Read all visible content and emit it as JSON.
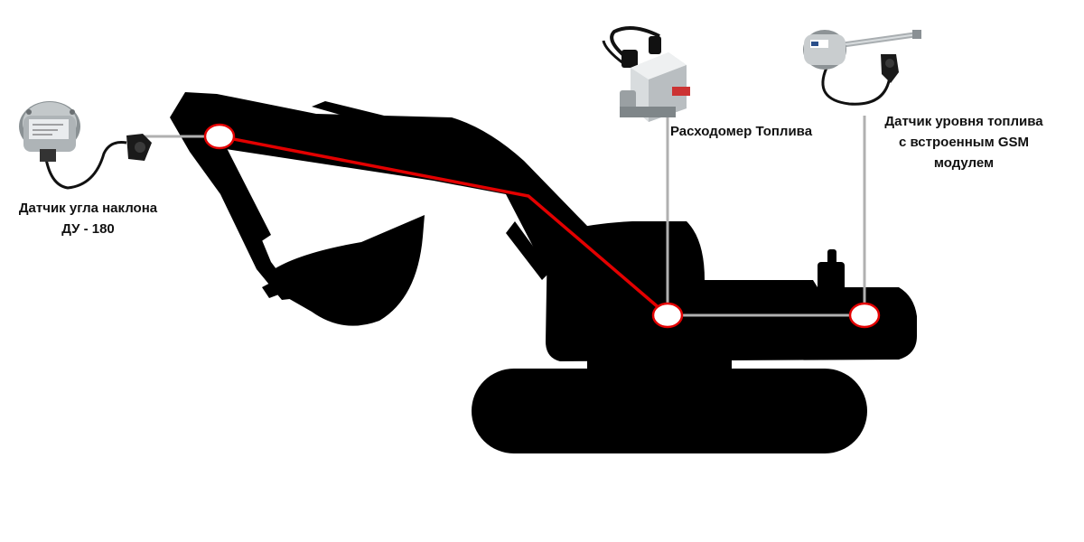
{
  "sensors": {
    "tilt": {
      "line1": "Датчик угла наклона",
      "line2": "ДУ - 180"
    },
    "flow": {
      "line1": "Расходомер Топлива"
    },
    "level": {
      "line1": "Датчик уровня топлива",
      "line2": "с встроенным GSM",
      "line3": "модулем"
    }
  },
  "colors": {
    "silhouette": "#000000",
    "cable": "#e30000",
    "connector": "#b0b0b0",
    "node_fill": "#ffffff"
  }
}
